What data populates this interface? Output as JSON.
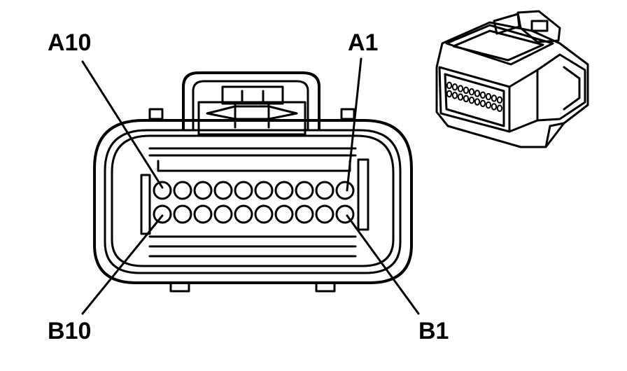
{
  "diagram": {
    "type": "connector-pinout",
    "rows": 2,
    "cavities_per_row": 10,
    "colors": {
      "line": "#000000",
      "background": "#ffffff"
    }
  },
  "labels": {
    "a10": "A10",
    "a1": "A1",
    "b10": "B10",
    "b1": "B1"
  }
}
